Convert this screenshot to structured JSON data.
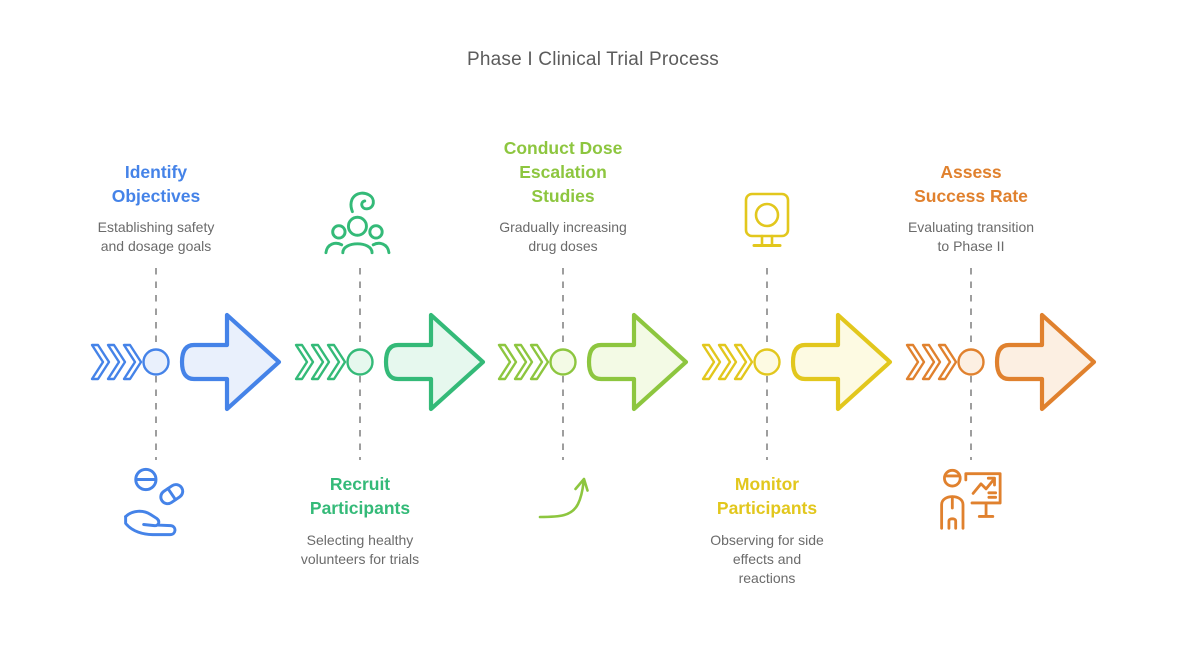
{
  "title": "Phase I Clinical Trial Process",
  "connector_color": "#9e9e9e",
  "steps": [
    {
      "order": 1,
      "title": "Identify\nObjectives",
      "description": "Establishing safety\nand dosage goals",
      "color": "#4583e8",
      "fill": "#e9f0fc",
      "icon": "hand-with-pills-icon",
      "label_position": "top",
      "icon_position": "bottom"
    },
    {
      "order": 2,
      "title": "Recruit\nParticipants",
      "description": "Selecting healthy\nvolunteers for trials",
      "color": "#34ba78",
      "fill": "#e6f8ee",
      "icon": "select-person-from-group-icon",
      "label_position": "bottom",
      "icon_position": "top"
    },
    {
      "order": 3,
      "title": "Conduct Dose\nEscalation\nStudies",
      "description": "Gradually increasing\ndrug doses",
      "color": "#8dc63f",
      "fill": "#f3fae5",
      "icon": "rising-curve-arrow-icon",
      "label_position": "top",
      "icon_position": "bottom"
    },
    {
      "order": 4,
      "title": "Monitor\nParticipants",
      "description": "Observing for side\neffects and\nreactions",
      "color": "#e2c71d",
      "fill": "#fdfae2",
      "icon": "monitor-display-icon",
      "label_position": "bottom",
      "icon_position": "top"
    },
    {
      "order": 5,
      "title": "Assess\nSuccess Rate",
      "description": "Evaluating transition\nto Phase II",
      "color": "#e0812e",
      "fill": "#fcefe2",
      "icon": "presenter-with-chart-icon",
      "label_position": "top",
      "icon_position": "bottom"
    }
  ]
}
